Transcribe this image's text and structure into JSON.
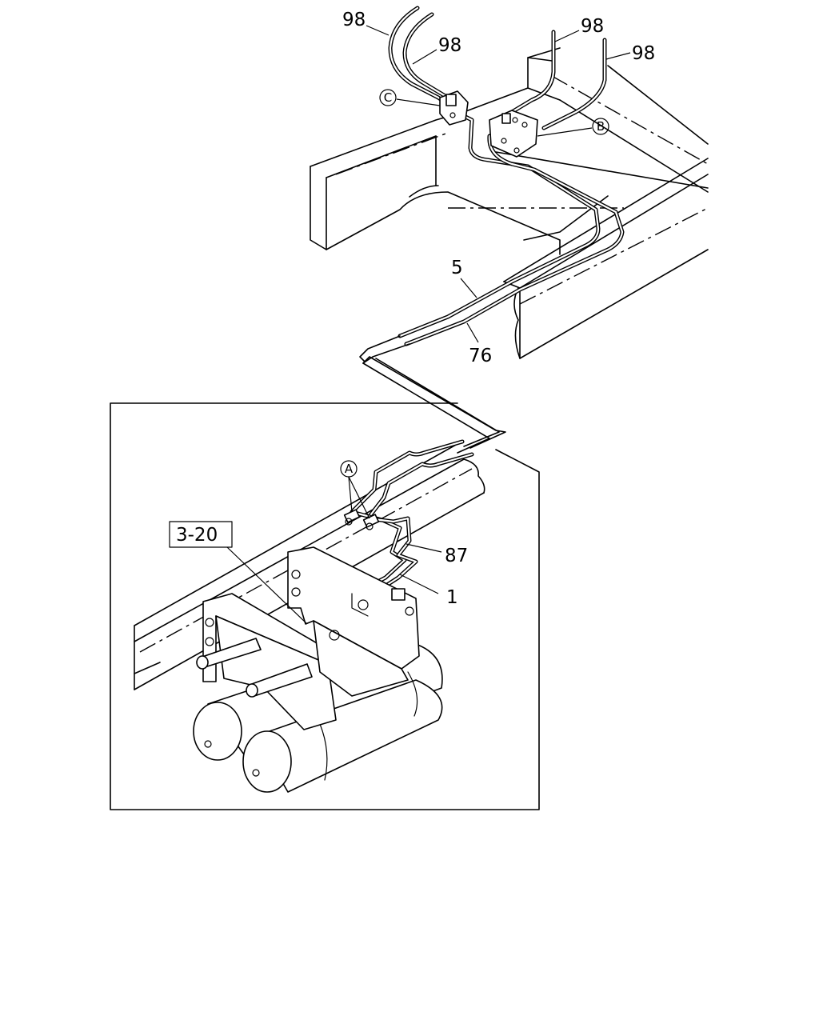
{
  "callouts": {
    "p98_a": "98",
    "p98_b": "98",
    "p98_c": "98",
    "p98_d": "98",
    "p5": "5",
    "p76": "76",
    "p87": "87",
    "p1": "1",
    "ref_box": "3-20"
  },
  "circled_refs": {
    "a": "A",
    "b": "B",
    "c": "C"
  }
}
